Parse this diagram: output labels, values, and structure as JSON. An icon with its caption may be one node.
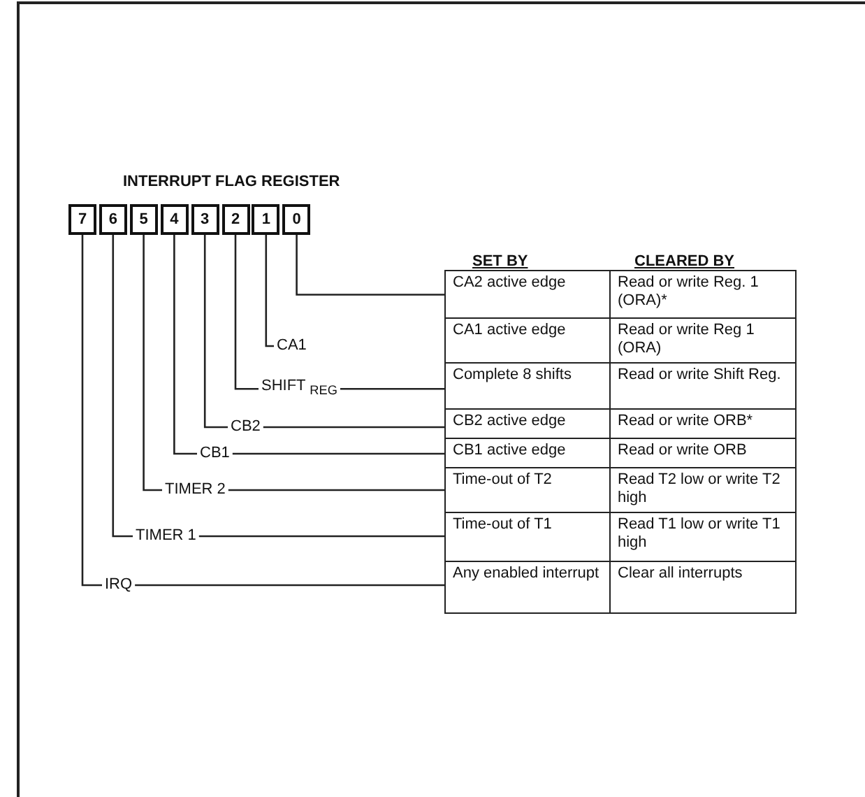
{
  "diagram": {
    "title": "INTERRUPT FLAG REGISTER",
    "nodes": [
      {
        "text": [
          "7"
        ]
      },
      {
        "text": [
          "6"
        ]
      },
      {
        "text": [
          "5"
        ]
      },
      {
        "text": [
          "4"
        ]
      },
      {
        "text": [
          "3"
        ]
      },
      {
        "text": [
          "2"
        ]
      },
      {
        "text": [
          "1"
        ]
      },
      {
        "text": [
          "0"
        ]
      },
      {
        "text": [
          "CA1"
        ]
      },
      {
        "text": [
          "SHIFT $_{REG}$"
        ]
      },
      {
        "text": [
          "CB2"
        ]
      },
      {
        "text": [
          "CB1"
        ]
      },
      {
        "text": [
          "TIMER 2"
        ]
      },
      {
        "text": [
          "TIMER 1"
        ]
      },
      {
        "text": [
          "IRQ"
        ]
      },
      {
        "text": [
          "CA2 active edge",
          "Read or write Reg. 1 (ORA)*"
        ]
      },
      {
        "text": [
          "CA1 active edge",
          "Read or write Reg 1 (ORA)"
        ]
      },
      {
        "text": [
          "Complete 8 shifts",
          "Read or write Shift Reg."
        ]
      },
      {
        "text": [
          "CB2 active edge",
          "Read or write ORB*"
        ]
      },
      {
        "text": [
          "CB1 active edge",
          "Read or write ORB"
        ]
      },
      {
        "text": [
          "Time-out of T2",
          "Read T2 low or write T2 high"
        ]
      },
      {
        "text": [
          "Time-out of T1",
          "Read T1 low or write T1 high"
        ]
      },
      {
        "text": [
          "Any enabled interrupt",
          "Clear all interrupts"
        ]
      }
    ],
    "edges": [
      {
        "from": 7,
        "to": 15,
        "arrow": "none"
      },
      {
        "from": 6,
        "to": 8,
        "arrow": "none"
      },
      {
        "from": 5,
        "to": 9,
        "arrow": "none"
      },
      {
        "from": 4,
        "to": 10,
        "arrow": "none"
      },
      {
        "from": 3,
        "to": 11,
        "arrow": "none"
      },
      {
        "from": 2,
        "to": 12,
        "arrow": "none"
      },
      {
        "from": 1,
        "to": 13,
        "arrow": "none"
      },
      {
        "from": 0,
        "to": 14,
        "arrow": "none"
      },
      {
        "from": 9,
        "to": 17,
        "arrow": "none"
      },
      {
        "from": 10,
        "to": 18,
        "arrow": "none"
      },
      {
        "from": 11,
        "to": 19,
        "arrow": "none"
      },
      {
        "from": 12,
        "to": 20,
        "arrow": "none"
      },
      {
        "from": 13,
        "to": 21,
        "arrow": "none"
      },
      {
        "from": 14,
        "to": 22,
        "arrow": "none"
      }
    ],
    "labels": [
      "SET BY",
      "CLEARED BY"
    ]
  }
}
